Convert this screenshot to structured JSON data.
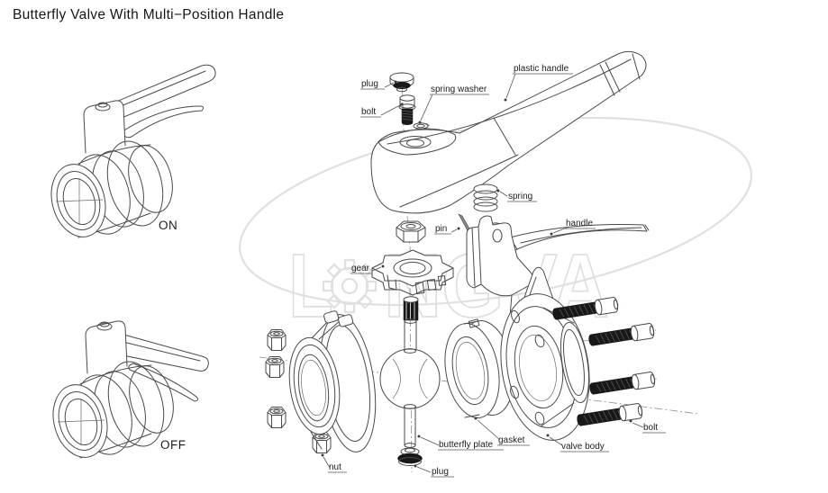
{
  "title": "Butterfly Valve With Multi−Position Handle",
  "views": {
    "on_label": "ON",
    "off_label": "OFF"
  },
  "watermark": {
    "prefix": "L",
    "suffix": "NGVA"
  },
  "part_labels": {
    "plug_top": "plug",
    "bolt_top": "bolt",
    "spring_washer": "spring washer",
    "plastic_handle": "plastic handle",
    "spring": "spring",
    "pin": "pin",
    "handle": "handle",
    "gear": "gear",
    "nut": "nut",
    "plug_bottom": "plug",
    "butterfly_plate": "butterfly plate",
    "gasket": "gasket",
    "valve_body": "valve body",
    "bolt_right": "bolt"
  },
  "colors": {
    "background": "#ffffff",
    "line": "#4a4a4a",
    "label_text": "#1c1c1c",
    "watermark": "#e0e0e0",
    "dark_fill": "#181818"
  }
}
